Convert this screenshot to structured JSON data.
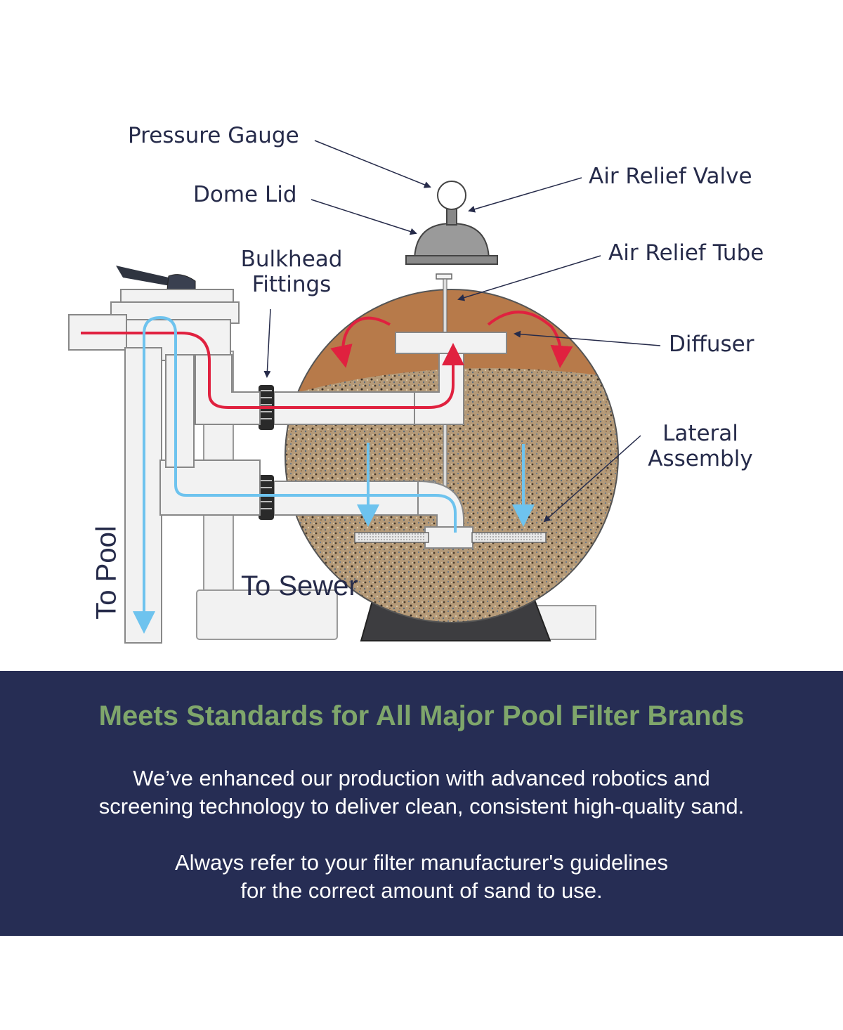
{
  "diagram": {
    "labels": {
      "pressure_gauge": "Pressure Gauge",
      "dome_lid": "Dome Lid",
      "air_relief_valve": "Air Relief Valve",
      "air_relief_tube": "Air Relief Tube",
      "bulkhead_fittings_line1": "Bulkhead",
      "bulkhead_fittings_line2": "Fittings",
      "diffuser": "Diffuser",
      "lateral_assembly_line1": "Lateral",
      "lateral_assembly_line2": "Assembly",
      "to_pool": "To Pool",
      "to_sewer": "To Sewer"
    },
    "colors": {
      "inflow_arrow": "#e0213f",
      "outflow_arrow": "#6ec3ee",
      "sand_tank_top": "#b77a4a",
      "pipe": "#f2f2f2",
      "label_text": "#262b4a"
    }
  },
  "banner": {
    "heading": "Meets Standards for All Major Pool Filter Brands",
    "paragraph1": {
      "line1": "We’ve enhanced our production with advanced robotics and",
      "line2": "screening technology to deliver clean, consistent high-quality sand."
    },
    "paragraph2": {
      "line1": "Always refer to your filter manufacturer's guidelines",
      "line2": "for the correct amount of sand to use."
    },
    "colors": {
      "background": "#262d54",
      "heading": "#7fa66b",
      "text": "#ffffff"
    }
  }
}
